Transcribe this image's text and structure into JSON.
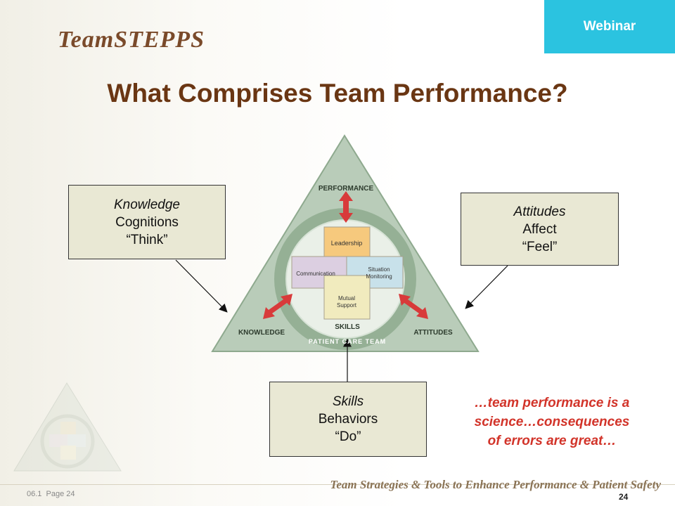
{
  "header": {
    "logo": "TeamSTEPPS",
    "badge": "Webinar"
  },
  "title": "What Comprises Team Performance?",
  "boxes": {
    "knowledge": {
      "l1": "Knowledge",
      "l2": "Cognitions",
      "l3": "“Think”"
    },
    "attitudes": {
      "l1": "Attitudes",
      "l2": "Affect",
      "l3": "“Feel”"
    },
    "skills": {
      "l1": "Skills",
      "l2": "Behaviors",
      "l3": "“Do”"
    }
  },
  "diagram": {
    "performance": "PERFORMANCE",
    "knowledge": "KNOWLEDGE",
    "attitudes": "ATTITUDES",
    "skills": "SKILLS",
    "ring": "PATIENT CARE TEAM",
    "leadership": "Leadership",
    "communication": "Communication",
    "situation1": "Situation",
    "situation2": "Monitoring",
    "mutual1": "Mutual",
    "mutual2": "Support"
  },
  "quote": {
    "l1": "…team performance is a",
    "l2": "science…consequences",
    "l3": "of errors are great…"
  },
  "footer": {
    "tagline": "Team Strategies & Tools to Enhance Performance & Patient Safety",
    "version": "06.1",
    "page_label": "Page 24",
    "page_number": "24"
  },
  "colors": {
    "brand_brown": "#6a3613",
    "accent_cyan": "#2bc3e0",
    "quote_red": "#d2342a",
    "triangle_green": "#b9ccb9",
    "box_fill": "#e9e8d4"
  }
}
